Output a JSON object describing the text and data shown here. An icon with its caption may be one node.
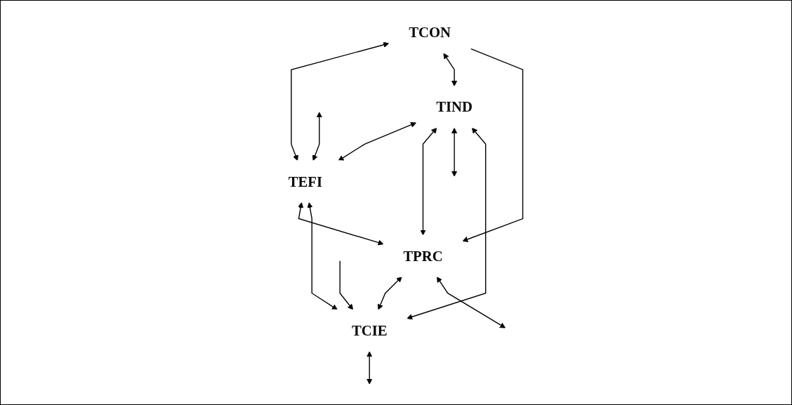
{
  "diagram": {
    "nodes": [
      {
        "text": [
          "TCON"
        ]
      },
      {
        "text": [
          "TEFI"
        ]
      },
      {
        "text": [
          "TIND"
        ]
      },
      {
        "text": [
          "TPRC"
        ]
      },
      {
        "text": [
          "TCIE"
        ]
      }
    ],
    "edges": [
      {
        "from": 2,
        "to": 1,
        "arrow": "both"
      },
      {
        "from": null,
        "to": 1,
        "arrow": "both"
      },
      {
        "from": 0,
        "to": 1,
        "arrow": "both"
      },
      {
        "from": 0,
        "to": 2,
        "arrow": "both"
      },
      {
        "from": 0,
        "to": 3,
        "arrow": "to"
      },
      {
        "from": 1,
        "to": 3,
        "arrow": "both"
      },
      {
        "from": 1,
        "to": 4,
        "arrow": "both"
      },
      {
        "from": 2,
        "to": 3,
        "arrow": "both"
      },
      {
        "from": 3,
        "to": 4,
        "arrow": "both"
      },
      {
        "from": 2,
        "to": null,
        "arrow": "both"
      },
      {
        "from": 3,
        "to": null,
        "arrow": "both"
      },
      {
        "from": 4,
        "to": null,
        "arrow": "both"
      },
      {
        "from": null,
        "to": 4,
        "arrow": "to"
      },
      {
        "from": 2,
        "to": 4,
        "arrow": "both"
      }
    ]
  }
}
